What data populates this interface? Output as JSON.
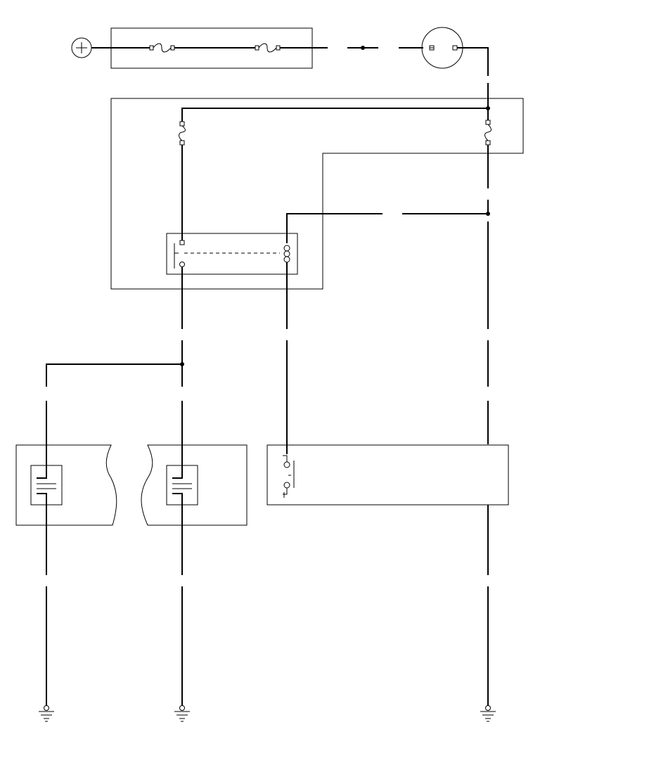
{
  "diagram": {
    "type": "wiring-schematic",
    "colors": {
      "line": "#000000",
      "background": "#ffffff"
    },
    "components": {
      "supply": {
        "symbol": "battery-positive-icon"
      },
      "supply_fuses": {
        "symbol": "fuse-icon",
        "count": 2
      },
      "ignition_switch": {
        "symbol": "switch-icon"
      },
      "lamp_connector": {
        "symbol": "connector-icon"
      },
      "relay_box_fuses": {
        "symbol": "fuse-icon",
        "count": 2
      },
      "relay": {
        "symbol": "relay-icon",
        "parts": [
          "switch-contact",
          "coil"
        ]
      },
      "heating_elements": {
        "symbol": "heater-element-icon",
        "count": 2
      },
      "control_switch": {
        "symbol": "pushbutton-switch-icon"
      },
      "grounds": {
        "symbol": "ground-icon",
        "count": 3
      }
    }
  }
}
